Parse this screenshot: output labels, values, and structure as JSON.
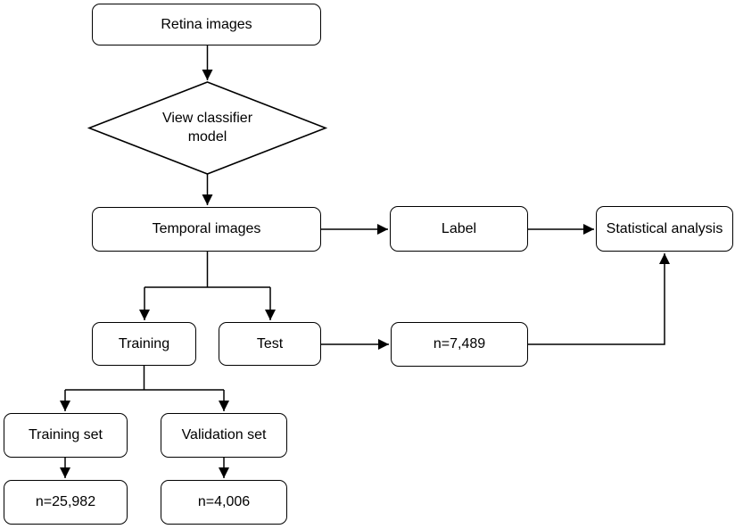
{
  "diagram": {
    "type": "flowchart",
    "colors": {
      "line": "#000000",
      "node_fill": "#ffffff",
      "node_border": "#000000",
      "text": "#000000",
      "background": "#ffffff"
    },
    "nodes": {
      "retina": {
        "label": "Retina images",
        "shape": "rounded-rect"
      },
      "view_classifier": {
        "label": "View classifier model",
        "label_line1": "View classifier",
        "label_line2": "model",
        "shape": "diamond"
      },
      "temporal": {
        "label": "Temporal images",
        "shape": "rounded-rect"
      },
      "label": {
        "label": "Label",
        "shape": "rounded-rect"
      },
      "statistical": {
        "label": "Statistical analysis",
        "shape": "rounded-rect"
      },
      "training": {
        "label": "Training",
        "shape": "rounded-rect"
      },
      "test": {
        "label": "Test",
        "shape": "rounded-rect"
      },
      "n_test": {
        "label": "n=7,489",
        "shape": "rounded-rect"
      },
      "training_set": {
        "label": "Training set",
        "shape": "rounded-rect"
      },
      "validation_set": {
        "label": "Validation set",
        "shape": "rounded-rect"
      },
      "n_training": {
        "label": "n=25,982",
        "shape": "rounded-rect"
      },
      "n_validation": {
        "label": "n=4,006",
        "shape": "rounded-rect"
      }
    },
    "edges": [
      {
        "from": "retina",
        "to": "view_classifier"
      },
      {
        "from": "view_classifier",
        "to": "temporal"
      },
      {
        "from": "temporal",
        "to": "label"
      },
      {
        "from": "label",
        "to": "statistical"
      },
      {
        "from": "temporal",
        "to": "training"
      },
      {
        "from": "temporal",
        "to": "test"
      },
      {
        "from": "test",
        "to": "n_test"
      },
      {
        "from": "n_test",
        "to": "statistical"
      },
      {
        "from": "training",
        "to": "training_set"
      },
      {
        "from": "training",
        "to": "validation_set"
      },
      {
        "from": "training_set",
        "to": "n_training"
      },
      {
        "from": "validation_set",
        "to": "n_validation"
      }
    ]
  }
}
